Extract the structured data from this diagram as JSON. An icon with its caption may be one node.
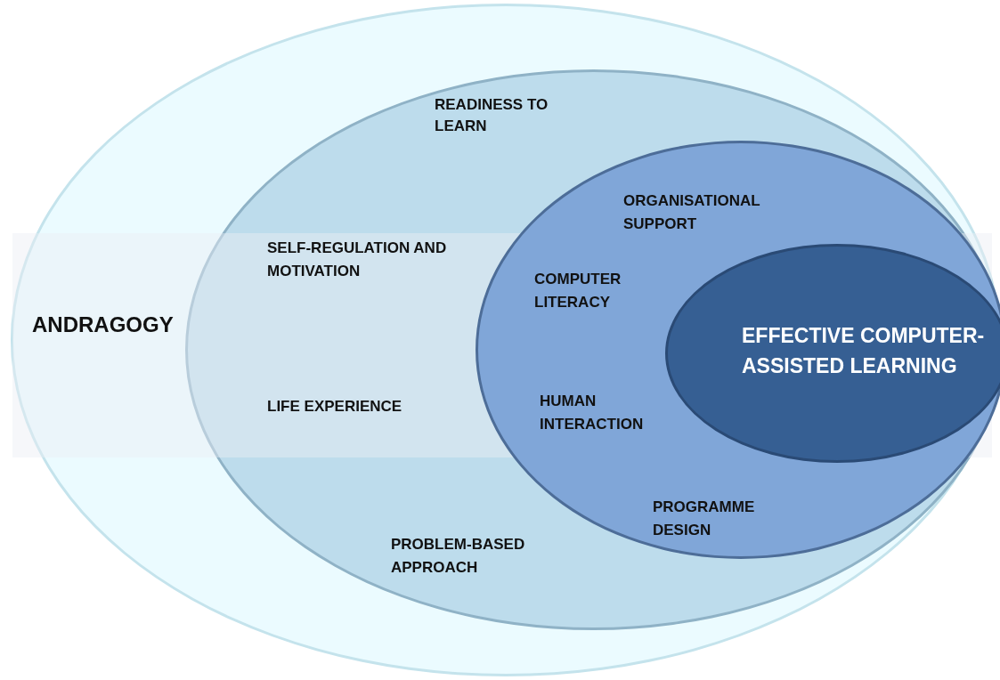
{
  "diagram": {
    "nodes": [
      {
        "text": [
          "ANDRAGOGY"
        ]
      },
      {
        "text": [
          "READINESS TO LEARN",
          "SELF-REGULATION AND MOTIVATION",
          "LIFE EXPERIENCE",
          "PROBLEM-BASED APPROACH"
        ],
        "in": 0
      },
      {
        "text": [
          "ORGANISATIONAL SUPPORT",
          "COMPUTER LITERACY",
          "HUMAN INTERACTION",
          "PROGRAMME DESIGN"
        ],
        "in": 1
      },
      {
        "text": [
          "EFFECTIVE COMPUTER-ASSISTED LEARNING"
        ],
        "in": 2
      }
    ]
  }
}
